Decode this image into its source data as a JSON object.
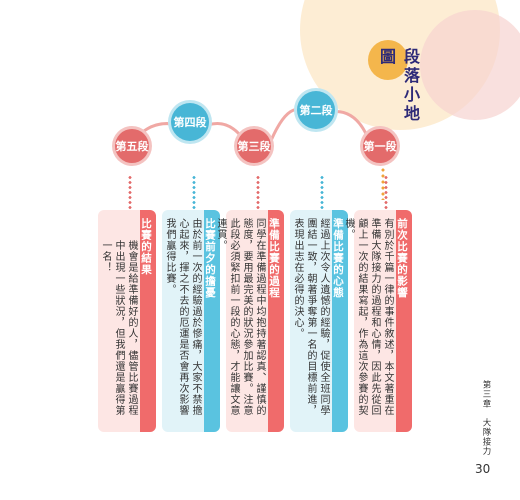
{
  "title": "段落小地圖",
  "nodes": [
    {
      "label": "第五段",
      "color": "#e36b6b"
    },
    {
      "label": "第四段",
      "color": "#48b6d6"
    },
    {
      "label": "第三段",
      "color": "#e36b6b"
    },
    {
      "label": "第二段",
      "color": "#48b6d6"
    },
    {
      "label": "第一段",
      "color": "#e36b6b"
    }
  ],
  "cards": [
    {
      "heading": "比賽的結果",
      "body": "機會是給準備好的人，儘管比賽過程中出現一些狀況，但我們還是贏得第一名！",
      "accent": "#f06b6b",
      "bg": "#fde6e4"
    },
    {
      "heading": "比賽前夕的擔憂",
      "body": "由於前一次的經驗過於慘痛，大家不禁擔心起來，揮之不去的厄運是否會再次影響我們贏得比賽。",
      "accent": "#5ac3e0",
      "bg": "#e1f3f8"
    },
    {
      "heading": "準備比賽的過程",
      "body": "同學在準備過程中均抱持著認真、謹慎的態度，要用最完美的狀況參加比賽。注意此段必須緊扣前一段的心態，才能讓文意連貫。",
      "accent": "#f06b6b",
      "bg": "#fde6e4"
    },
    {
      "heading": "準備比賽的心態",
      "body": "經過上次令人遺憾的經驗，促使全班同學團結一致，朝著爭奪第一名的目標前進，表現出志在必得的決心。",
      "accent": "#5ac3e0",
      "bg": "#e1f3f8"
    },
    {
      "heading": "前次比賽的影響",
      "body": "有別於千篇一律的事件敘述，本文著重在準備大隊接力的過程和心情，因此先從回顧上一次的結果寫起，作為這次參賽的契機。",
      "accent": "#f06b6b",
      "bg": "#fde6e4"
    }
  ],
  "chapter": "第三章　大隊接力",
  "page_number": "30"
}
